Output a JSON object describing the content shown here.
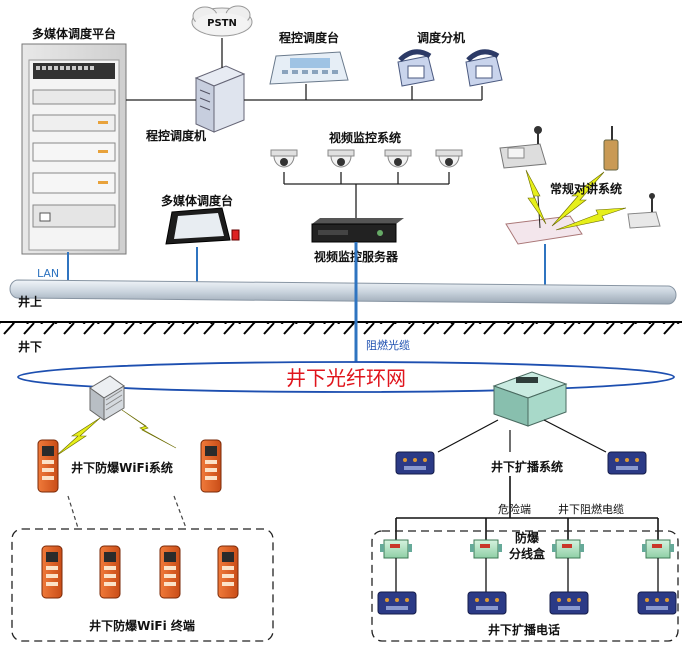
{
  "labels": {
    "multimedia_platform": "多媒体调度平台",
    "pstn": "PSTN",
    "program_console": "程控调度台",
    "dispatch_phones": "调度分机",
    "program_switch": "程控调度机",
    "video_system": "视频监控系统",
    "multimedia_console": "多媒体调度台",
    "intercom": "常规对讲系统",
    "video_server": "视频监控服务器",
    "lan": "LAN",
    "above": "井上",
    "below": "井下",
    "fire_cable": "阻燃光缆",
    "fiber_ring": "井下光纤环网",
    "wifi_system": "井下防爆WiFi系统",
    "wifi_terminals": "井下防爆WiFi 终端",
    "broadcast_system": "井下扩播系统",
    "danger_end": "危险端",
    "flame_cable": "井下阻燃电缆",
    "junction_line1": "防爆",
    "junction_line2": "分线盒",
    "broadcast_phone": "井下扩播电话"
  },
  "colors": {
    "link_blue": "#2f74c0",
    "ring_blue": "#1d4fb0",
    "ring_title": "#e0141c",
    "lan_pipe": "#cfd9e3",
    "wifi_orange": "#e8652a",
    "speaker_navy": "#2b3a86",
    "junction_green": "#b9e7c8",
    "lightning": "#e6ef1a"
  }
}
